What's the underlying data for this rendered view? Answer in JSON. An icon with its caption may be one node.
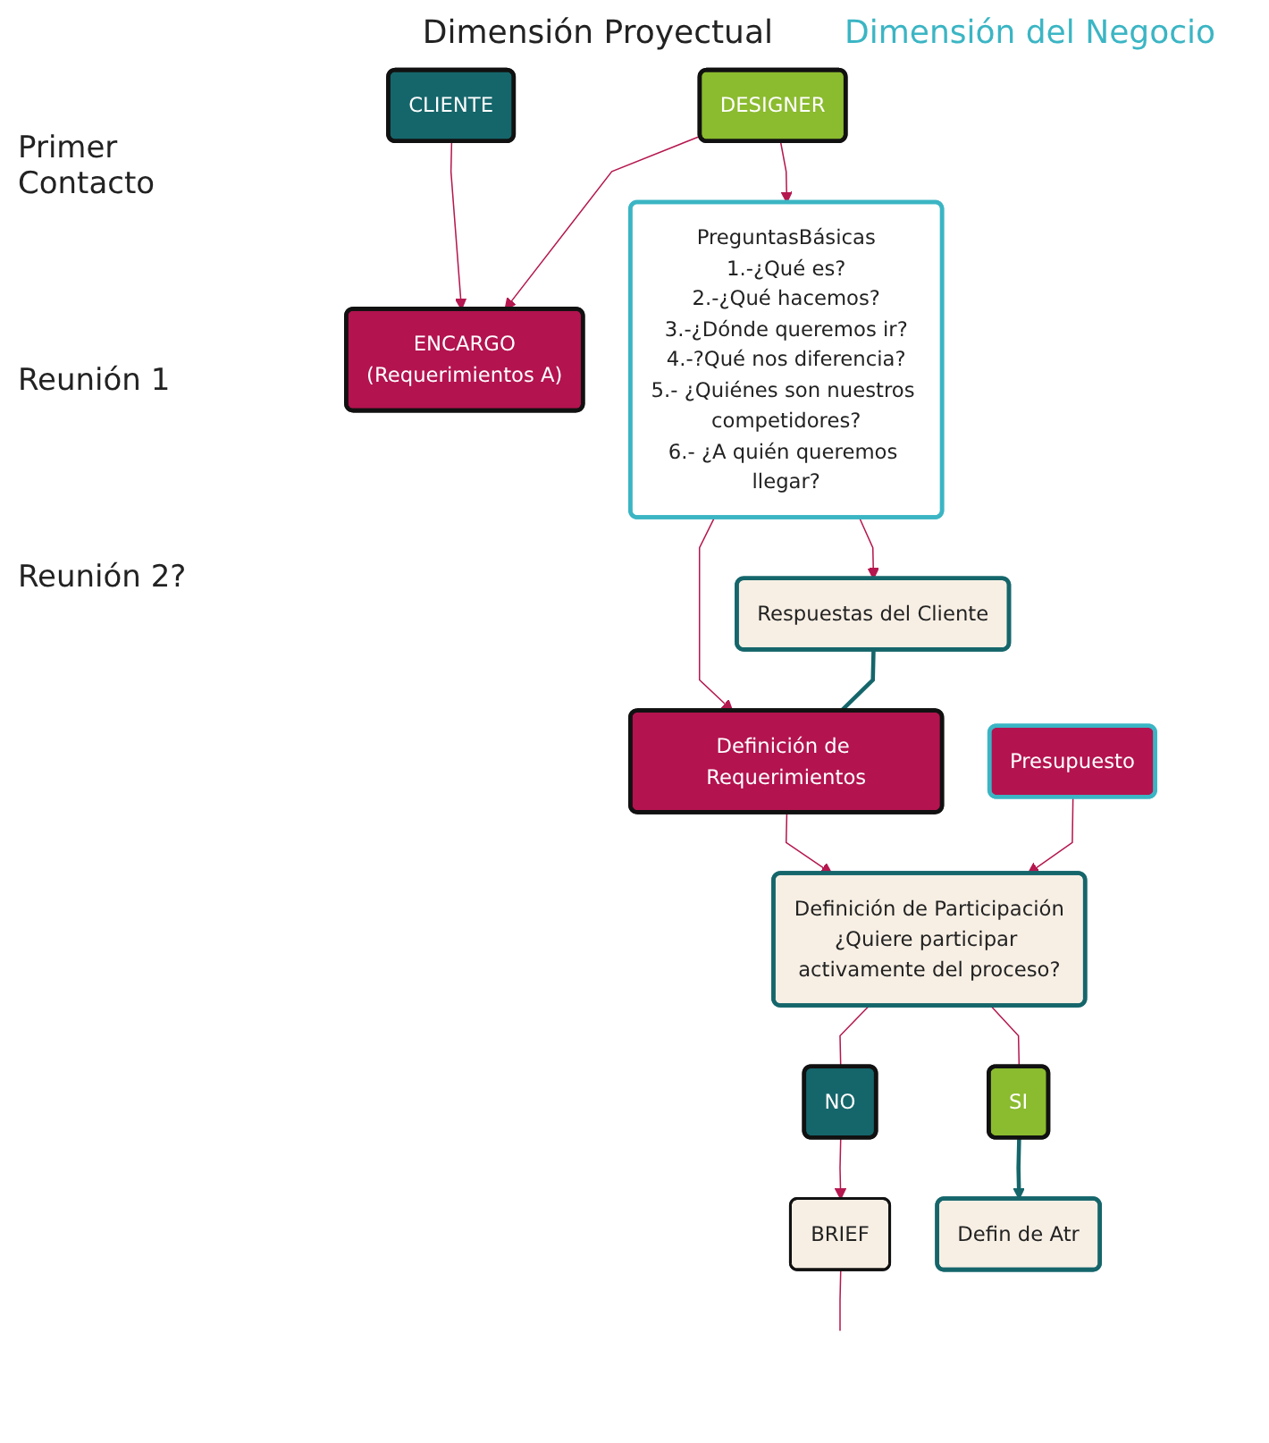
{
  "diagram": {
    "nodes": [
      {
        "text": [
          "CLIENTE"
        ]
      },
      {
        "text": [
          "ENCARGO",
          "(Requerimientos A)"
        ]
      },
      {
        "text": [
          "DESIGNER"
        ]
      },
      {
        "text": [
          "Respuestas del Cliente"
        ]
      },
      {
        "text": [
          "PreguntasBásicas",
          "1.-¿Qué es?",
          "2.-¿Qué hacemos?",
          "3.-¿Dónde queremos ir?",
          "4.-?Qué nos diferencia?",
          "5.- ¿Quiénes son nuestros competidores?",
          "6.- ¿A quién queremos llegar?"
        ]
      },
      {
        "text": [
          "Definición de Requerimientos"
        ]
      },
      {
        "text": [
          "Presupuesto"
        ]
      },
      {
        "text": [
          "Definición de Participación",
          "¿Quiere participar activamente del proceso?"
        ]
      },
      {
        "text": [
          "NO"
        ]
      },
      {
        "text": [
          "BRIEF"
        ]
      },
      {
        "text": [
          "SI"
        ]
      },
      {
        "text": [
          "Defin de Atr"
        ]
      }
    ],
    "edges": [
      {
        "from": 0,
        "to": 1,
        "arrow": "to"
      },
      {
        "from": 2,
        "to": 1,
        "arrow": "to"
      },
      {
        "from": 2,
        "to": 4,
        "arrow": "to"
      },
      {
        "from": 4,
        "to": 3,
        "arrow": "to"
      },
      {
        "from": 4,
        "to": 5,
        "arrow": "to"
      },
      {
        "from": 3,
        "to": 5,
        "arrow": "none",
        "style": "thick",
        "color": "#15666b"
      },
      {
        "from": 5,
        "to": 7,
        "arrow": "to"
      },
      {
        "from": 6,
        "to": 7,
        "arrow": "to"
      },
      {
        "from": 7,
        "to": 8,
        "arrow": "none"
      },
      {
        "from": 8,
        "to": 9,
        "arrow": "to"
      },
      {
        "from": 7,
        "to": 10,
        "arrow": "none"
      },
      {
        "from": 10,
        "to": 11,
        "arrow": "to",
        "style": "thick",
        "color": "#15666b"
      },
      {
        "from": 9,
        "to": null,
        "arrow": "none"
      }
    ],
    "labels": [
      "Dimensión Proyectual",
      "Dimensión del Negocio",
      "Primer Contacto",
      "Reunión 1",
      "Reunión 2?"
    ]
  }
}
